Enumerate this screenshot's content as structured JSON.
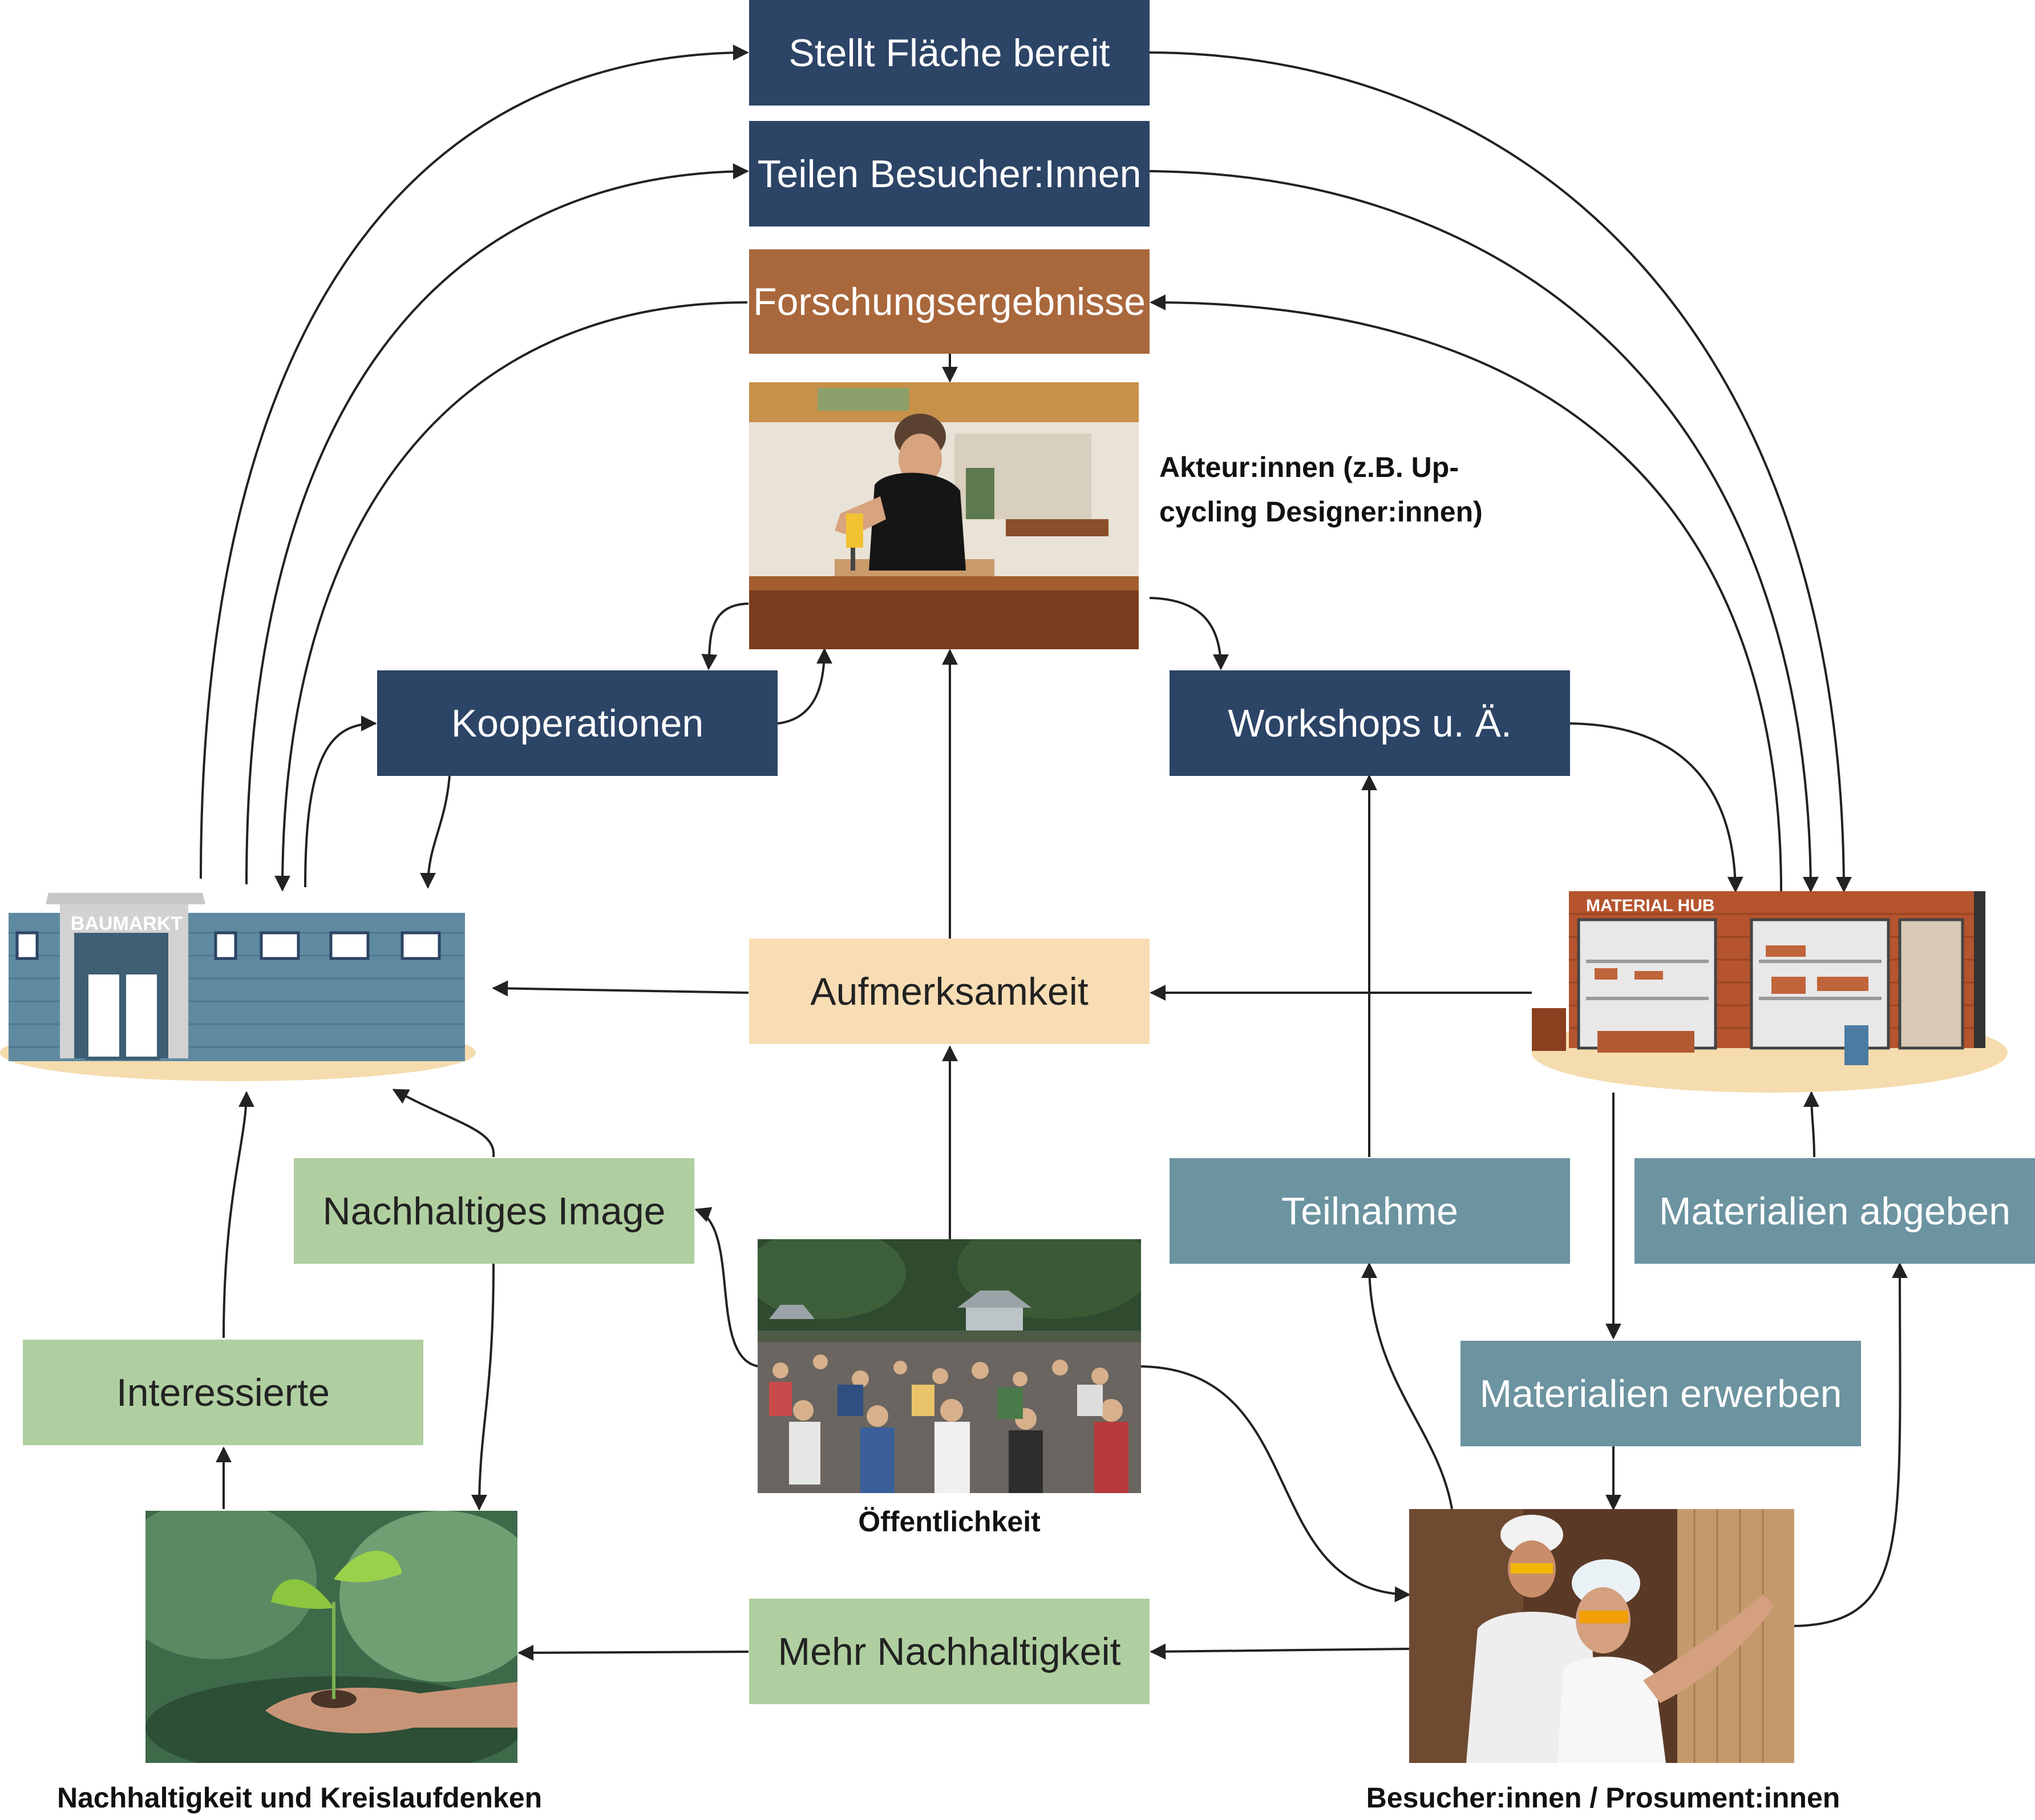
{
  "boxes": {
    "stellt_flaeche": "Stellt Fläche bereit",
    "teilen_besucher": "Teilen Besucher:Innen",
    "forschung": "Forschungsergebnisse",
    "kooperationen": "Kooperationen",
    "workshops": "Workshops u. Ä.",
    "aufmerksamkeit": "Aufmerksamkeit",
    "nachhaltiges_image": "Nachhaltiges Image",
    "interessierte": "Interessierte",
    "teilnahme": "Teilnahme",
    "materialien_abgeben": "Materialien abgeben",
    "materialien_erwerben": "Materialien erwerben",
    "mehr_nachhaltigkeit": "Mehr Nachhaltigkeit"
  },
  "captions": {
    "akteure": "Akteur:innen (z.B. Up-cycling Designer:innen)",
    "oeffentlichkeit": "Öffentlichkeit",
    "nachhaltigkeit": "Nachhaltigkeit und Kreislaufdenken",
    "besucher": "Besucher:innen / Prosument:innen"
  },
  "illustrations": {
    "baumarkt_sign": "BAUMARKT",
    "material_hub_sign": "MATERIAL HUB"
  },
  "colors": {
    "navy": "#2c4466",
    "brown": "#a9673c",
    "peach": "#f8ddb4",
    "green": "#b0cfa0",
    "steel": "#6c93a0",
    "arrow": "#222222"
  }
}
